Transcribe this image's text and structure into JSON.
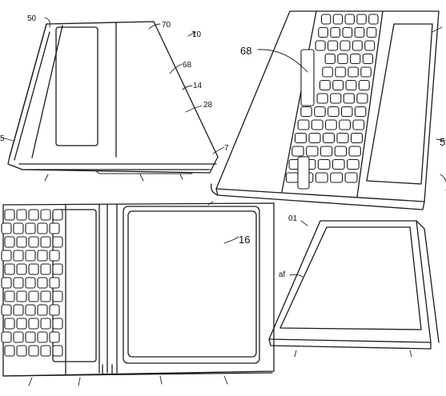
{
  "figure": {
    "labels": {
      "l50": "50",
      "l70": "70",
      "l10": "10",
      "l68a": "68",
      "l14": "14",
      "l28": "28",
      "l5left": "5",
      "l7": "7",
      "l68b": "68",
      "l5right": "5",
      "l16": "16",
      "l01": "01",
      "laf": "af"
    }
  }
}
